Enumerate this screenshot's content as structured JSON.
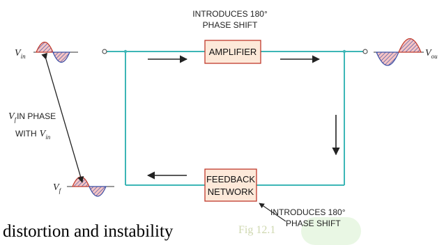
{
  "diagram": {
    "top_label_line1": "INTRODUCES 180°",
    "top_label_line2": "PHASE SHIFT",
    "amplifier_label": "AMPLIFIER",
    "feedback_label_line1": "FEEDBACK",
    "feedback_label_line2": "NETWORK",
    "bottom_label_line1": "INTRODUCES 180°",
    "bottom_label_line2": "PHASE SHIFT",
    "vin_symbol": "V",
    "vin_subscript": "in",
    "vout_symbol": "V",
    "vout_subscript": "ou",
    "vf_symbol": "V",
    "vf_subscript": "f",
    "phase_note_symbol": "V",
    "phase_note_subscript": "f",
    "phase_note_text": "IN PHASE",
    "phase_note_line2_text": "WITH",
    "phase_note_line2_symbol": "V",
    "phase_note_line2_subscript": "in",
    "colors": {
      "wire": "#3cb6b6",
      "box_fill": "#fde9d9",
      "box_stroke": "#c0392b",
      "wave_fill": "#f08a8a",
      "wave_hatch": "#3a4fa5",
      "arrow": "#222222"
    }
  },
  "caption": {
    "text": "distortion and instability",
    "figure_fragment": "Fig 12.1"
  }
}
